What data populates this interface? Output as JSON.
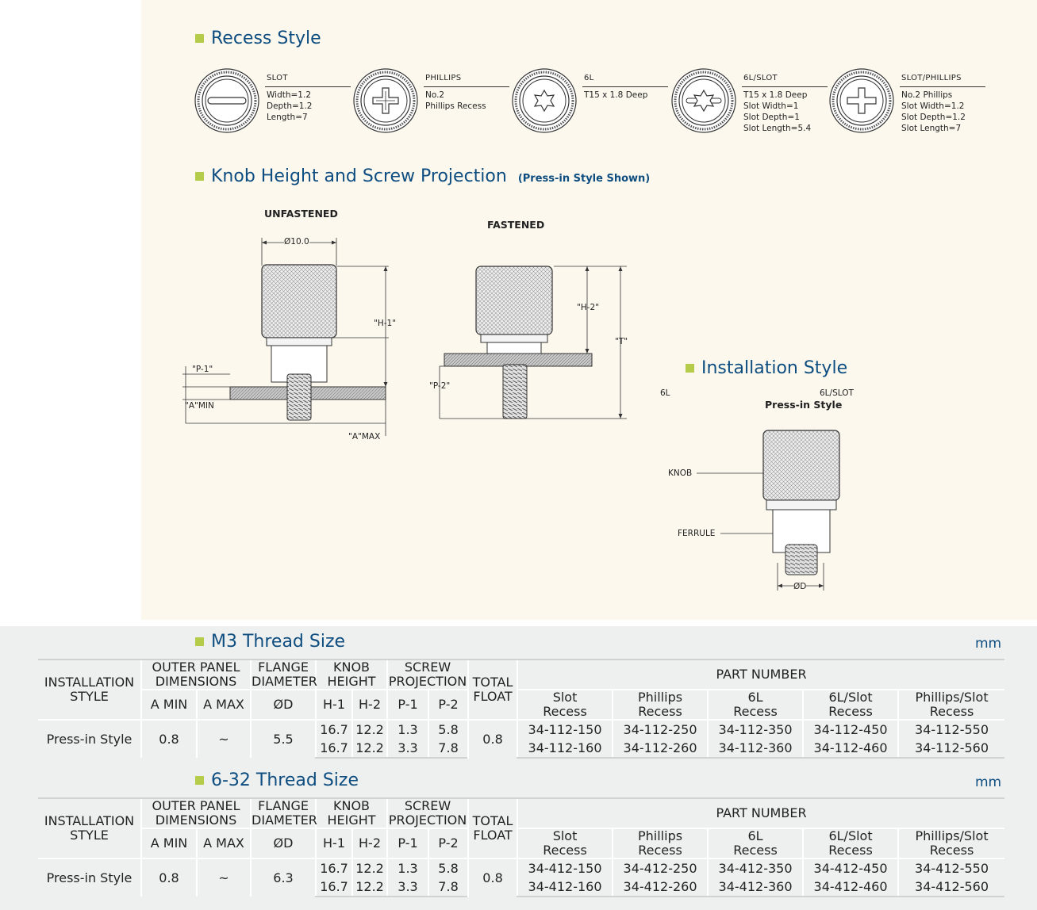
{
  "sections": {
    "recess_title": "Recess Style",
    "knob_title": "Knob Height and Screw Projection",
    "knob_subtitle": "(Press-in Style Shown)",
    "install_title": "Installation Style",
    "m3_title": "M3 Thread Size",
    "t632_title": "6-32 Thread Size"
  },
  "recess_styles": [
    {
      "name": "SLOT",
      "specs": [
        "Width=1.2",
        "Depth=1.2",
        "Length=7"
      ]
    },
    {
      "name": "PHILLIPS",
      "specs": [
        "No.2",
        "Phillips Recess"
      ]
    },
    {
      "name": "6L",
      "specs": [
        "T15 x 1.8 Deep"
      ]
    },
    {
      "name": "6L/SLOT",
      "specs": [
        "T15 x 1.8 Deep",
        "Slot Width=1",
        "Slot Depth=1",
        "Slot Length=5.4"
      ]
    },
    {
      "name": "SLOT/PHILLIPS",
      "specs": [
        "No.2 Phillips",
        "Slot Width=1.2",
        "Slot Depth=1.2",
        "Slot Length=7"
      ]
    }
  ],
  "diagram": {
    "unfastened": "UNFASTENED",
    "fastened": "FASTENED",
    "dia_label": "Ø10.0",
    "h1": "\"H-1\"",
    "h2": "\"H-2\"",
    "t": "\"T\"",
    "p1": "\"P-1\"",
    "p2": "\"P-2\"",
    "amin": "\"A\"MIN",
    "amax": "\"A\"MAX"
  },
  "install": {
    "left_tag": "6L",
    "right_tag": "6L/SLOT",
    "press_in": "Press-in Style",
    "knob": "KNOB",
    "ferrule": "FERRULE",
    "od": "ØD"
  },
  "tables": {
    "unit": "mm",
    "headers": {
      "installation": [
        "INSTALLATION",
        "STYLE"
      ],
      "outer_panel": [
        "OUTER PANEL",
        "DIMENSIONS"
      ],
      "flange": [
        "FLANGE",
        "DIAMETER"
      ],
      "knob": [
        "KNOB",
        "HEIGHT"
      ],
      "screw": [
        "SCREW",
        "PROJECTION"
      ],
      "total": [
        "TOTAL",
        "FLOAT"
      ],
      "part_number": "PART NUMBER",
      "a_min": "A MIN",
      "a_max": "A MAX",
      "od": "ØD",
      "h1": "H-1",
      "h2": "H-2",
      "p1": "P-1",
      "p2": "P-2",
      "recess_cols": [
        [
          "Slot",
          "Recess"
        ],
        [
          "Phillips",
          "Recess"
        ],
        [
          "6L",
          "Recess"
        ],
        [
          "6L/Slot",
          "Recess"
        ],
        [
          "Phillips/Slot",
          "Recess"
        ]
      ]
    },
    "m3": {
      "style": "Press-in Style",
      "a_min": "0.8",
      "a_max": "~",
      "od": "5.5",
      "total_float": "0.8",
      "rows": [
        {
          "h1": "16.7",
          "h2": "12.2",
          "p1": "1.3",
          "p2": "5.8",
          "parts": [
            "34-112-150",
            "34-112-250",
            "34-112-350",
            "34-112-450",
            "34-112-550"
          ]
        },
        {
          "h1": "16.7",
          "h2": "12.2",
          "p1": "3.3",
          "p2": "7.8",
          "parts": [
            "34-112-160",
            "34-112-260",
            "34-112-360",
            "34-112-460",
            "34-112-560"
          ]
        }
      ]
    },
    "t632": {
      "style": "Press-in Style",
      "a_min": "0.8",
      "a_max": "~",
      "od": "6.3",
      "total_float": "0.8",
      "rows": [
        {
          "h1": "16.7",
          "h2": "12.2",
          "p1": "1.3",
          "p2": "5.8",
          "parts": [
            "34-412-150",
            "34-412-250",
            "34-412-350",
            "34-412-450",
            "34-412-550"
          ]
        },
        {
          "h1": "16.7",
          "h2": "12.2",
          "p1": "3.3",
          "p2": "7.8",
          "parts": [
            "34-412-160",
            "34-412-260",
            "34-412-360",
            "34-412-460",
            "34-412-560"
          ]
        }
      ]
    }
  }
}
